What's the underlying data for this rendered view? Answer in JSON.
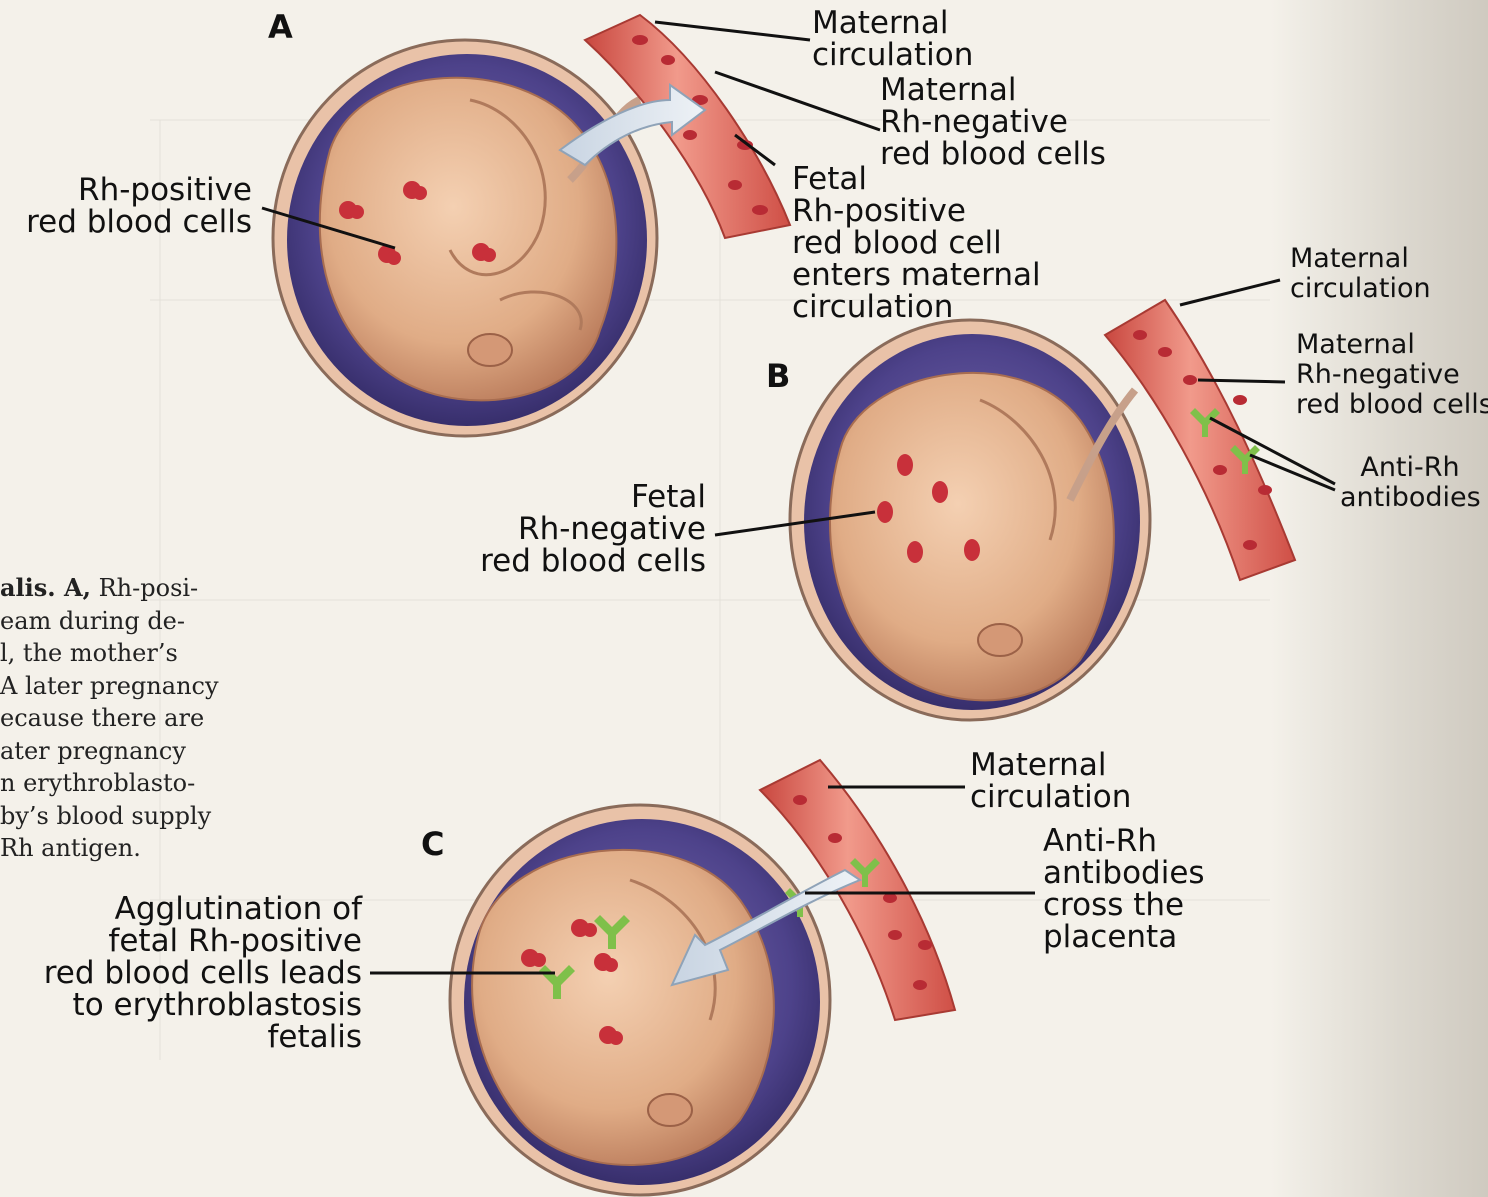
{
  "panels": {
    "A": {
      "letter": "A",
      "labels": {
        "maternal_circulation": [
          "Maternal",
          "circulation"
        ],
        "maternal_rh_negative": [
          "Maternal",
          "Rh-negative",
          "red blood cells"
        ],
        "fetal_rh_positive_enters": [
          "Fetal",
          "Rh-positive",
          "red blood cell",
          "enters maternal",
          "circulation"
        ],
        "rh_positive_cells": [
          "Rh-positive",
          "red blood cells"
        ]
      }
    },
    "B": {
      "letter": "B",
      "labels": {
        "maternal_circulation": [
          "Maternal",
          "circulation"
        ],
        "maternal_rh_negative": [
          "Maternal",
          "Rh-negative",
          "red blood cells"
        ],
        "anti_rh_antibodies": [
          "Anti-Rh",
          "antibodies"
        ],
        "fetal_rh_negative": [
          "Fetal",
          "Rh-negative",
          "red blood cells"
        ]
      }
    },
    "C": {
      "letter": "C",
      "labels": {
        "maternal_circulation": [
          "Maternal",
          "circulation"
        ],
        "anti_rh_cross": [
          "Anti-Rh",
          "antibodies",
          "cross the",
          "placenta"
        ],
        "agglutination": [
          "Agglutination of",
          "fetal Rh-positive",
          "red blood cells leads",
          "to erythroblastosis",
          "fetalis"
        ]
      }
    }
  },
  "caption": {
    "lines": [
      {
        "lead": "alis. A,",
        "text": " Rh-posi-"
      },
      {
        "lead": "",
        "text": "eam during de-"
      },
      {
        "lead": "",
        "text": "l, the mother’s"
      },
      {
        "lead": "",
        "text": "A later pregnancy"
      },
      {
        "lead": "",
        "text": "ecause there are"
      },
      {
        "lead": "",
        "text": "ater pregnancy"
      },
      {
        "lead": "",
        "text": "n erythroblasto-"
      },
      {
        "lead": "",
        "text": "by’s blood supply"
      },
      {
        "lead": "",
        "text": "Rh antigen."
      }
    ]
  },
  "colors": {
    "vessel": "#e36a5c",
    "rbc": "#c8303a",
    "antibody": "#7fc04a",
    "uterus": "#4a3e86",
    "fetus": "#e3b08f"
  }
}
